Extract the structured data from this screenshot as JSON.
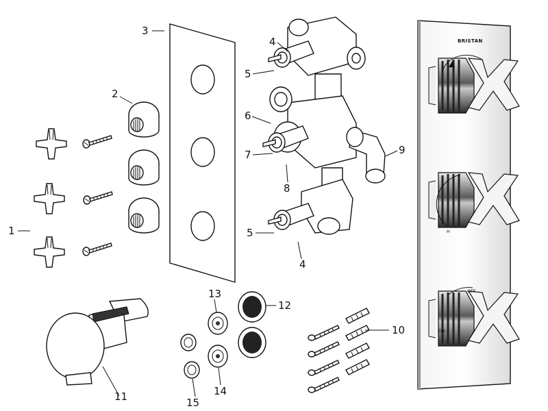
{
  "callouts": {
    "c1": "1",
    "c2": "2",
    "c3": "3",
    "c4a": "4",
    "c4b": "4",
    "c5a": "5",
    "c5b": "5",
    "c6": "6",
    "c7": "7",
    "c8": "8",
    "c9": "9",
    "c10": "10",
    "c11": "11",
    "c12": "12",
    "c13": "13",
    "c14": "14",
    "c15": "15"
  },
  "product": {
    "brand": "BRISTAN",
    "dial_hot": "H",
    "dial_off": "OFF",
    "dial_on": "ON"
  }
}
